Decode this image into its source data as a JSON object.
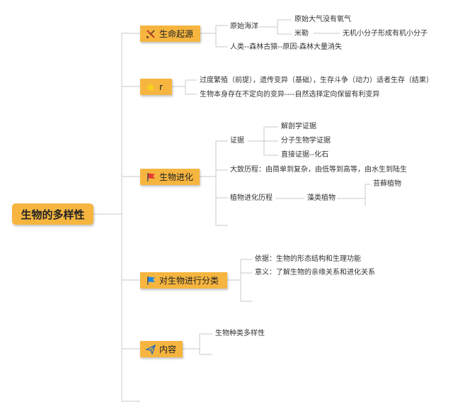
{
  "root": {
    "label": "生物的多样性"
  },
  "branches": [
    {
      "label": "生命起源",
      "icon": "tools-icon"
    },
    {
      "label": "r",
      "icon": "star-icon"
    },
    {
      "label": "生物进化",
      "icon": "red-flag-icon"
    },
    {
      "label": "对生物进行分类",
      "icon": "blue-flag-icon"
    },
    {
      "label": "内容",
      "icon": "paper-plane-icon"
    }
  ],
  "origin": {
    "ocean": "原始海洋",
    "atmosphere": "原始大气没有氧气",
    "miller": "米勒",
    "molecule": "无机小分子形成有机小分子",
    "human": "人类--森林古猿--原因-森林大量消失"
  },
  "r_topic": {
    "line1": "过度繁殖（前提），遗传变异（基础），生存斗争（动力）适者生存（结果）",
    "line2": "生物本身存在不定向的变异----自然选择定向保留有利变异"
  },
  "evolution": {
    "evidence": "证据",
    "anatomy": "解剖学证据",
    "molecular": "分子生物学证据",
    "fossil": "直接证据--化石",
    "course": "大致历程：由简单到复杂，由低等到高等，由水生到陆生",
    "plant_course": "植物进化历程",
    "algae": "藻类植物",
    "moss": "苔藓植物"
  },
  "classification": {
    "basis": "依据：生物的形态结构和生理功能",
    "meaning": "意义：了解生物的亲缘关系和进化关系"
  },
  "content": {
    "diversity": "生物种类多样性"
  },
  "colors": {
    "branch_fill": "#f6b53f",
    "line": "#c8c8c8",
    "text": "#333333"
  }
}
